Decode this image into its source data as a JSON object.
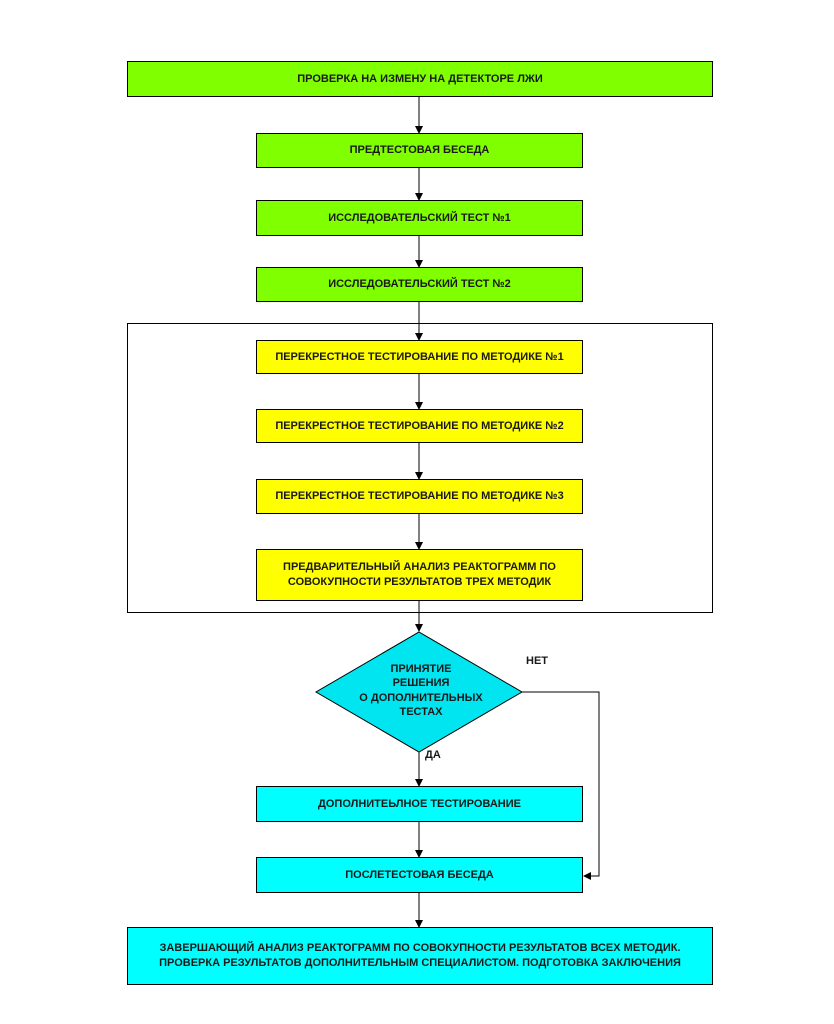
{
  "colors": {
    "start_fill": "#80ff00",
    "crosstest_fill": "#ffff00",
    "decision_fill": "#00e5f0",
    "final_fill": "#00ffff",
    "line": "#000000"
  },
  "steps": {
    "polygraph_check": "ПРОВЕРКА НА ИЗМЕНУ НА ДЕТЕКТОРЕ ЛЖИ",
    "pretest": "ПРЕДТЕСТОВАЯ БЕСЕДА",
    "research_test_1": "ИССЛЕДОВАТЕЛЬСКИЙ ТЕСТ №1",
    "research_test_2": "ИССЛЕДОВАТЕЛЬСКИЙ ТЕСТ №2",
    "cross_1": "ПЕРЕКРЕСТНОЕ ТЕСТИРОВАНИЕ ПО МЕТОДИКЕ №1",
    "cross_2": "ПЕРЕКРЕСТНОЕ ТЕСТИРОВАНИЕ ПО МЕТОДИКЕ №2",
    "cross_3": "ПЕРЕКРЕСТНОЕ ТЕСТИРОВАНИЕ ПО МЕТОДИКЕ №3",
    "preliminary_analysis_line1": "ПРЕДВАРИТЕЛЬНЫЙ АНАЛИЗ РЕАКТОГРАММ ПО",
    "preliminary_analysis_line2": "СОВОКУПНОСТИ РЕЗУЛЬТАТОВ ТРЕХ МЕТОДИК",
    "additional_testing": "ДОПОЛНИТЕЬЛНОЕ ТЕСТИРОВАНИЕ",
    "posttest": "ПОСЛЕТЕСТОВАЯ БЕСЕДА",
    "final_line1": "ЗАВЕРШАЮЩИЙ АНАЛИЗ РЕАКТОГРАММ ПО СОВОКУПНОСТИ РЕЗУЛЬТАТОВ ВСЕХ МЕТОДИК.",
    "final_line2": "ПРОВЕРКА РЕЗУЛЬТАТОВ ДОПОЛНИТЕЛЬНЫМ СПЕЦИАЛИСТОМ. ПОДГОТОВКА ЗАКЛЮЧЕНИЯ"
  },
  "decision": {
    "line1": "ПРИНЯТИЕ",
    "line2": "РЕШЕНИЯ",
    "line3": "О ДОПОЛНИТЕЛЬНЫХ",
    "line4": "ТЕСТАХ",
    "yes_label": "ДА",
    "no_label": "НЕТ"
  }
}
